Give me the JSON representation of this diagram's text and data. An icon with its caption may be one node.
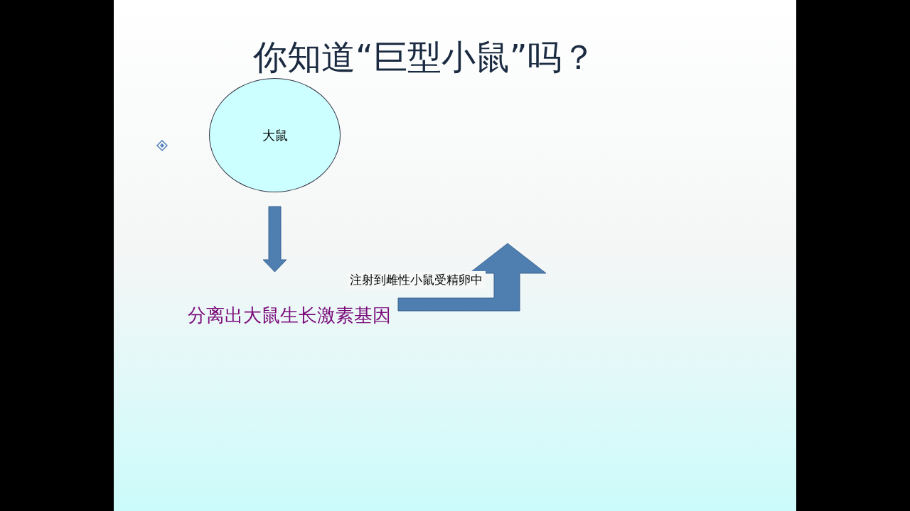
{
  "diagram": {
    "title": "你知道“巨型小鼠”吗？",
    "nodes": [
      {
        "text": [
          "大鼠"
        ]
      },
      {
        "text": [
          "分离出大鼠生长激素基因"
        ]
      }
    ],
    "edges": [
      {
        "from": 0,
        "to": 1,
        "arrow": "to"
      },
      {
        "from": 1,
        "to": null,
        "arrow": "to",
        "label": "注射到雌性小鼠受精卵中"
      }
    ]
  }
}
